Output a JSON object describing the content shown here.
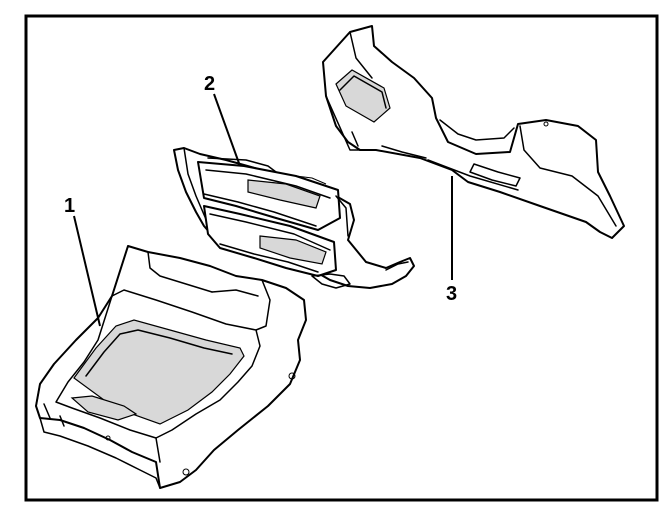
{
  "callouts": {
    "part_1": "1",
    "part_2": "2",
    "part_3": "3"
  },
  "colors": {
    "line": "#000000",
    "background": "#ffffff",
    "shading": "#d8d8d8"
  }
}
